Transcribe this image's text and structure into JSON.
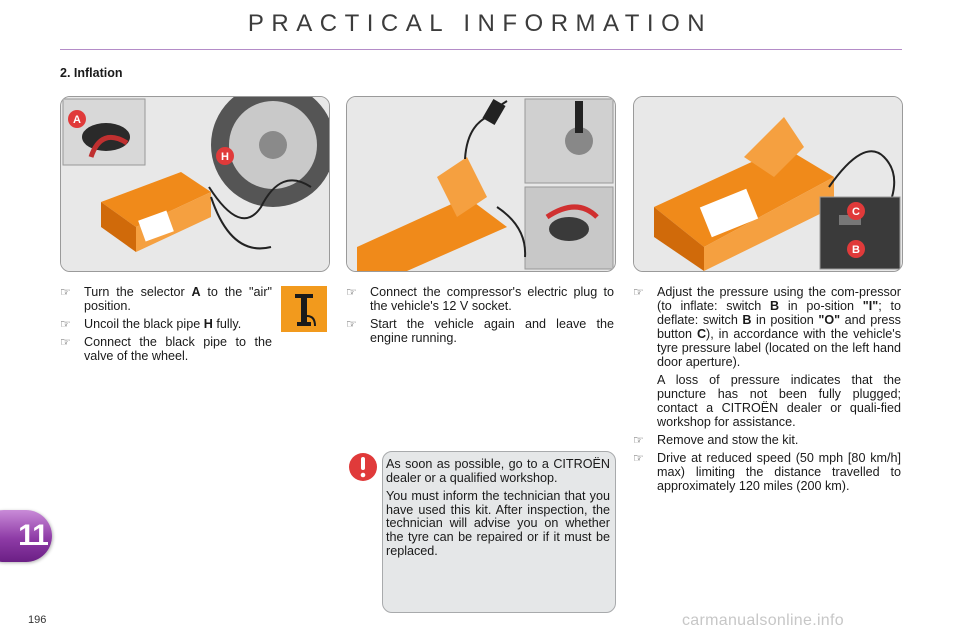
{
  "header": {
    "title": "PRACTICAL INFORMATION"
  },
  "section": {
    "heading": "2. Inflation"
  },
  "illustrations": [
    {
      "callouts": [
        "A",
        "H"
      ]
    },
    {
      "callouts": []
    },
    {
      "callouts": [
        "C",
        "B"
      ]
    }
  ],
  "column1": {
    "bullets": [
      [
        "Turn the selector ",
        "A",
        " to the \"air\" position."
      ],
      [
        "Uncoil the black pipe ",
        "H",
        " fully."
      ],
      [
        "Connect the black pipe to the valve of the wheel."
      ]
    ]
  },
  "column2": {
    "bullets": [
      "Connect the compressor's electric plug to the vehicle's 12 V socket.",
      "Start the vehicle again and leave the engine running."
    ]
  },
  "column3": {
    "bullet1": {
      "t1": "Adjust the pressure using the com-pressor (to inflate: switch ",
      "b1": "B",
      "t2": " in po-sition ",
      "b2": "\"I\"",
      "t3": "; to deflate: switch ",
      "b3": "B",
      "t4": " in position ",
      "b4": "\"O\"",
      "t5": " and press button ",
      "b5": "C",
      "t6": "), in accordance with the vehicle's tyre pressure label (located on the left hand door aperture)."
    },
    "note": "A loss of pressure indicates that the puncture has not been fully plugged; contact a CITROËN dealer or quali-fied workshop for assistance.",
    "bullets_after": [
      "Remove and stow the kit.",
      "Drive at reduced speed (50 mph [80 km/h] max) limiting the distance travelled to approximately 120 miles (200 km)."
    ]
  },
  "warning": {
    "paragraphs": [
      "As soon as possible, go to a CITROËN dealer or a qualified workshop.",
      "You must inform the technician that you have used this kit. After inspection, the technician will advise you on whether the tyre can be repaired or if it must be replaced."
    ]
  },
  "chapter_tab": "11",
  "page_number": "196",
  "watermark": "carmanualsonline.info",
  "colors": {
    "accent_purple": "#8e3ba6",
    "compressor_orange": "#f29a1d",
    "callout_red": "#e03a3a",
    "warning_box": "#e5e7e8"
  }
}
